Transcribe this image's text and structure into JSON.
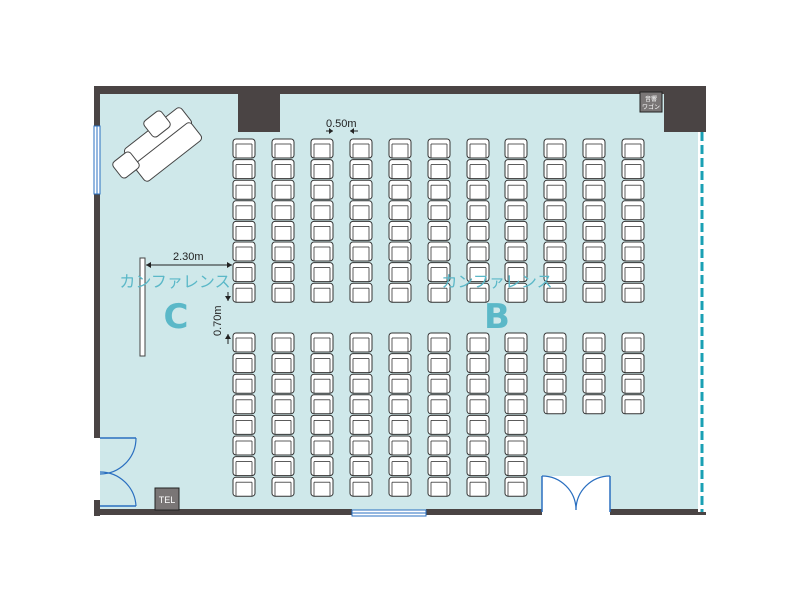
{
  "rooms": {
    "left": {
      "katakana": "カンファレンス",
      "letter": "C"
    },
    "right": {
      "katakana": "カンファレンス",
      "letter": "B"
    }
  },
  "dimensions": {
    "aisle_width": "0.50m",
    "screen_distance": "2.30m",
    "row_gap": "0.70m"
  },
  "badges": {
    "tel": "TEL",
    "wagon_line1": "音響",
    "wagon_line2": "ワゴン"
  },
  "seating": {
    "upper_block": {
      "columns": 11,
      "rows": 8
    },
    "lower_block": {
      "columns_full": 8,
      "rows_full": 8,
      "columns_short": 3,
      "rows_short": 4
    }
  },
  "colors": {
    "floor": "#cfe8ea",
    "wall": "#4a4444",
    "label": "#5bb8c8",
    "partition": "#1aa0b4",
    "door": "#2a6fc0"
  }
}
